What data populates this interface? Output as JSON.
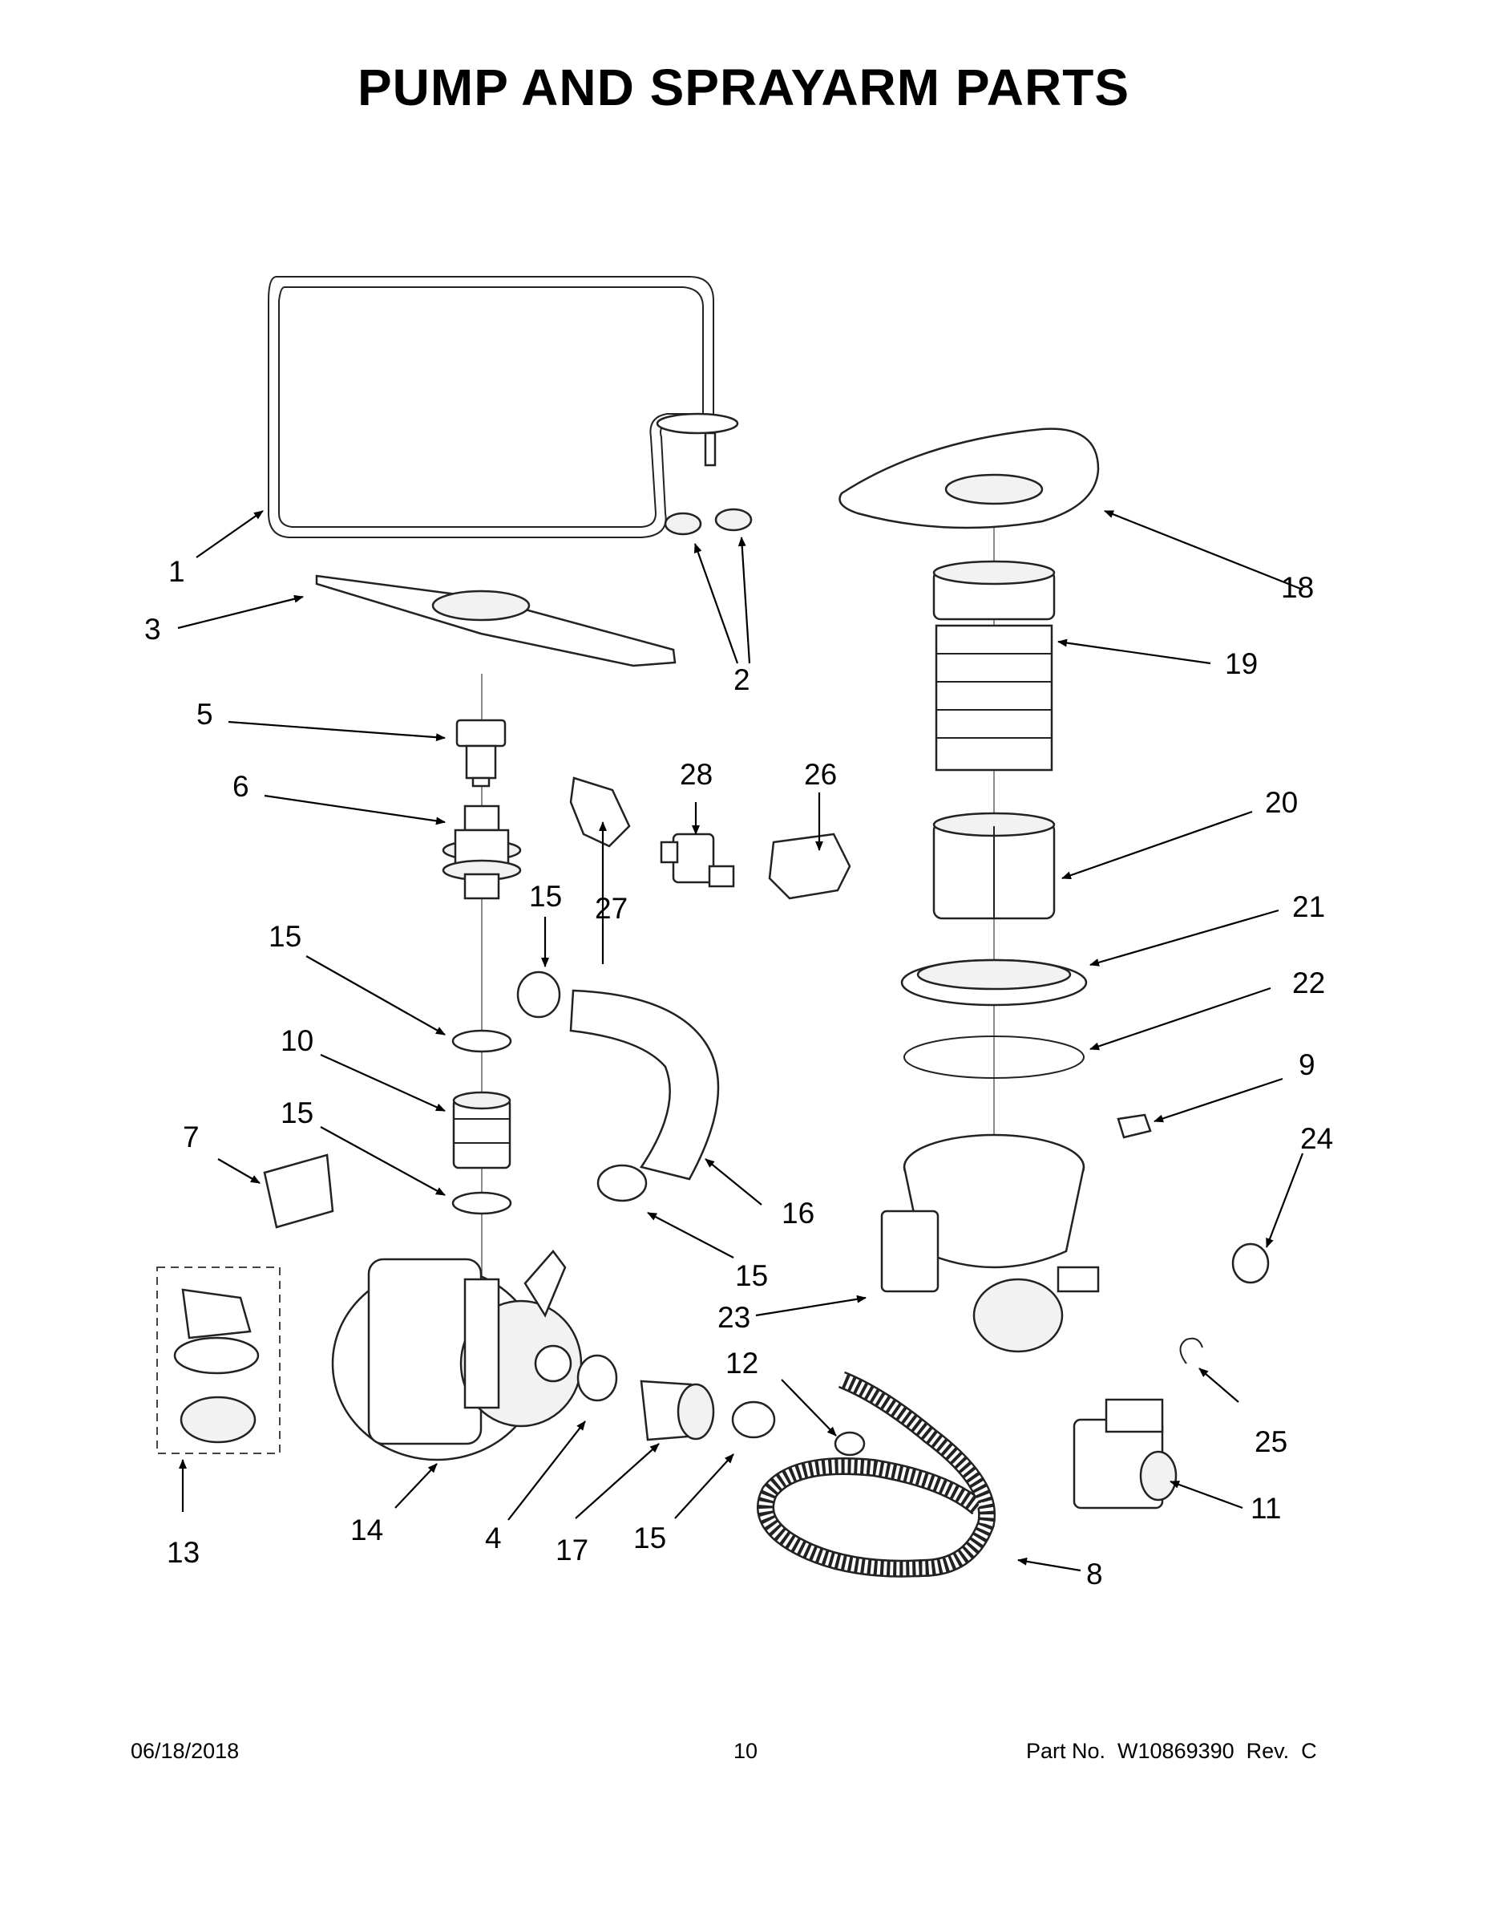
{
  "title": "PUMP AND SPRAYARM PARTS",
  "footer": {
    "date": "06/18/2018",
    "page": "10",
    "part_label": "Part No.  W10869390  Rev.  C"
  },
  "callouts": [
    "1",
    "2",
    "3",
    "4",
    "5",
    "6",
    "7",
    "8",
    "9",
    "10",
    "11",
    "12",
    "13",
    "14",
    "15",
    "16",
    "17",
    "18",
    "19",
    "20",
    "21",
    "22",
    "23",
    "24",
    "25",
    "26",
    "27",
    "28"
  ]
}
